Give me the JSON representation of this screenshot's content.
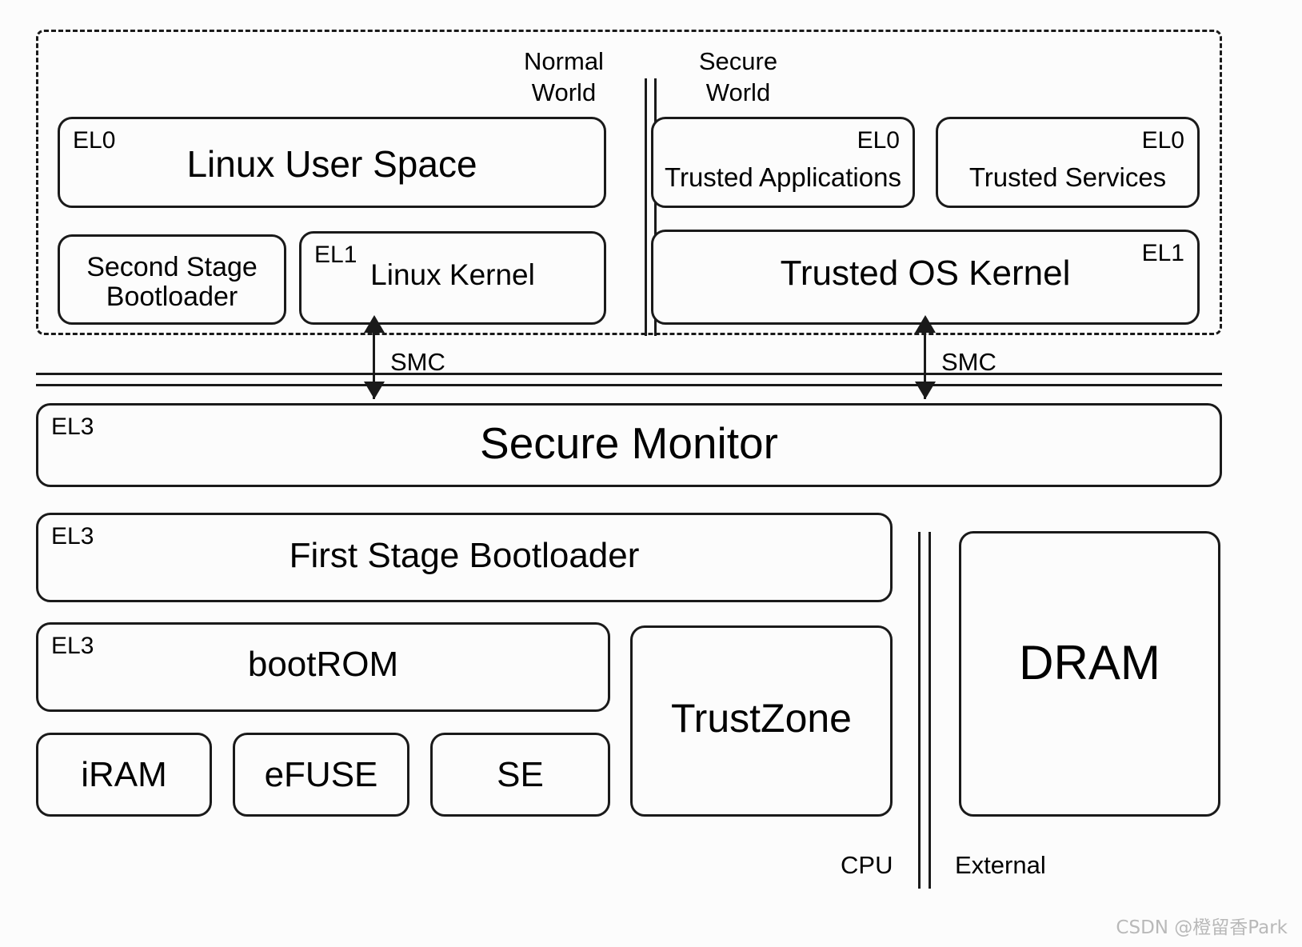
{
  "worlds": {
    "normal": "Normal\nWorld",
    "normal_line1": "Normal",
    "normal_line2": "World",
    "secure_line1": "Secure",
    "secure_line2": "World"
  },
  "boxes": {
    "linux_user_space": {
      "title": "Linux User Space",
      "el": "EL0"
    },
    "second_stage_bootloader": {
      "title": "Second Stage\nBootloader",
      "line1": "Second Stage",
      "line2": "Bootloader",
      "el": ""
    },
    "linux_kernel": {
      "title": "Linux Kernel",
      "el": "EL1"
    },
    "trusted_applications": {
      "title": "Trusted Applications",
      "el": "EL0"
    },
    "trusted_services": {
      "title": "Trusted Services",
      "el": "EL0"
    },
    "trusted_os_kernel": {
      "title": "Trusted OS Kernel",
      "el": "EL1"
    },
    "secure_monitor": {
      "title": "Secure Monitor",
      "el": "EL3"
    },
    "first_stage_bootloader": {
      "title": "First Stage Bootloader",
      "el": "EL3"
    },
    "bootrom": {
      "title": "bootROM",
      "el": "EL3"
    },
    "iram": {
      "title": "iRAM",
      "el": ""
    },
    "efuse": {
      "title": "eFUSE",
      "el": ""
    },
    "se": {
      "title": "SE",
      "el": ""
    },
    "trustzone": {
      "title": "TrustZone",
      "el": ""
    },
    "dram": {
      "title": "DRAM",
      "el": ""
    }
  },
  "arrows": {
    "smc_left_label": "SMC",
    "smc_right_label": "SMC"
  },
  "zones": {
    "cpu": "CPU",
    "external": "External"
  },
  "watermark": "CSDN @橙留香Park",
  "colors": {
    "stroke": "#1a1a1a",
    "background": "#fcfcfc",
    "text": "#000000",
    "watermark": "#b9b9b9"
  }
}
